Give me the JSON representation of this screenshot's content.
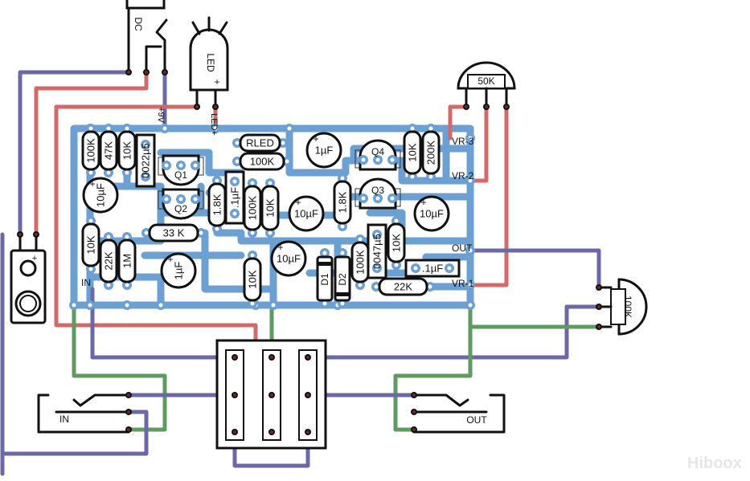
{
  "title": "Effect pedal stripboard layout",
  "colors": {
    "trace": "#6c9fd2",
    "red": "#d26a6a",
    "purple": "#6b68a8",
    "green": "#5f9a62",
    "outline": "#111111"
  },
  "offboard": {
    "dc_label": "DC",
    "led_label": "LED",
    "led_plus": "+",
    "pot_top_label": "50K",
    "pot_right_label": "100K",
    "in_jack_label": "IN",
    "out_jack_label": "OUT",
    "battery_plus": "+"
  },
  "board_labels": {
    "plus9v": "+9V",
    "led_plus": "LED+",
    "vr3": "VR-3",
    "vr2": "VR-2",
    "vr1": "VR-1",
    "out": "OUT",
    "in": "IN"
  },
  "resistors": [
    "100K",
    "47K",
    "10K",
    "10K",
    "22K",
    "1M",
    "1.8K",
    "100K",
    "10K",
    "10K",
    "1.8K",
    "10K",
    "200K",
    "10K",
    "100K",
    "RLED",
    "100K",
    "33 K",
    "22K"
  ],
  "film_caps": [
    "0022µ5",
    ".1µF",
    "0047µ5",
    ".1µF"
  ],
  "electrolytics": [
    "10µF",
    "1µF",
    "1µF",
    "10µF",
    "10µF",
    "10µF"
  ],
  "transistors": [
    "Q1",
    "Q2",
    "Q4",
    "Q3"
  ],
  "diodes": [
    "D1",
    "D2"
  ],
  "watermark": "Hiboox"
}
